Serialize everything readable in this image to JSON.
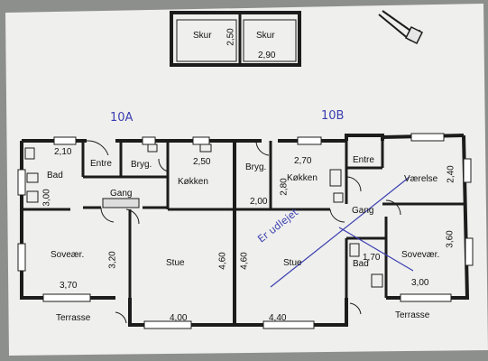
{
  "shed": {
    "rooms": [
      "Skur",
      "Skur"
    ],
    "dims": [
      "2,50",
      "2,90"
    ]
  },
  "units": {
    "left_name": "10A",
    "right_name": "10B"
  },
  "unit_10a": {
    "rooms": {
      "bad": "Bad",
      "entre": "Entre",
      "bryg": "Bryg.",
      "kokken": "Køkken",
      "gang": "Gang",
      "sovevaer": "Soveær.",
      "stue": "Stue",
      "terrasse": "Terrasse"
    },
    "dims": {
      "bad_width": "2,10",
      "bad_height": "3,00",
      "kokken_width": "2,50",
      "sovevaer_height": "3,20",
      "sovevaer_width": "3,70",
      "stue_height": "4,60",
      "stue_width": "4,00"
    }
  },
  "unit_10b": {
    "rooms": {
      "bryg": "Bryg.",
      "kokken": "Køkken",
      "entre": "Entre",
      "vaerelse": "Værelse",
      "gang": "Gang",
      "stue": "Stue",
      "bad": "Bad",
      "sovevaer": "Sovevær.",
      "terrasse": "Terrasse"
    },
    "dims": {
      "kokken_width": "2,70",
      "kokken_height": "2,80",
      "bryg_width": "2,00",
      "vaerelse_height": "2,40",
      "stue_height": "4,60",
      "stue_width": "4,40",
      "bad_width": "1,70",
      "sovevaer_height": "3,60",
      "sovevaer_width": "3,00"
    },
    "handwritten_note": "Er udlejet"
  },
  "colors": {
    "paper": "#efefed",
    "wall": "#1c1c1c",
    "ink": "#3b3fb0"
  }
}
